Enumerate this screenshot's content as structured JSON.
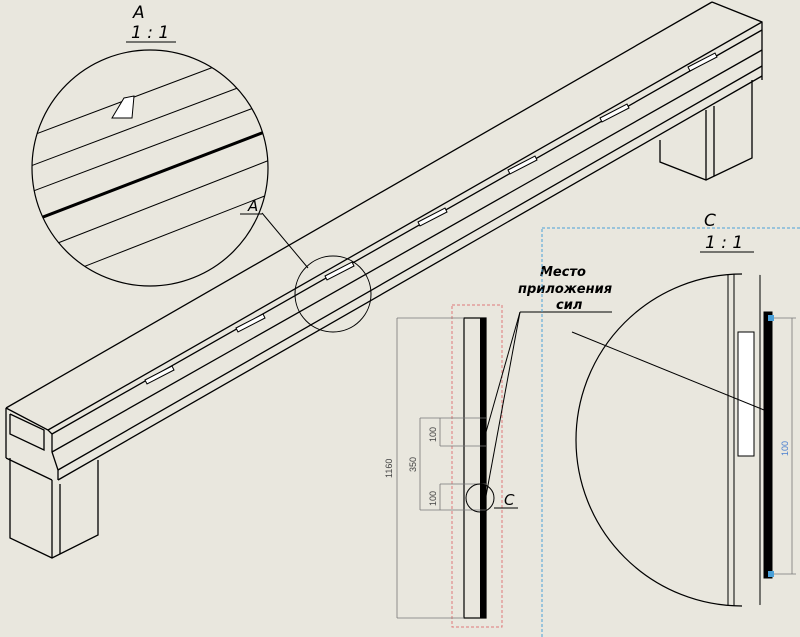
{
  "detail_a": {
    "label": "A",
    "scale": "1 : 1",
    "callout": "A"
  },
  "detail_c": {
    "label": "C",
    "scale": "1 : 1",
    "callout": "C",
    "dimension": "100"
  },
  "note": {
    "line1": "Место",
    "line2": "приложения",
    "line3": "сил"
  },
  "dimensions": {
    "overall": "1160",
    "spacing": "350",
    "upper_load": "100",
    "lower_load": "100"
  },
  "colors": {
    "paper": "#e9e7de",
    "ink": "#000000",
    "frame_red": "#e07a7a",
    "frame_blue": "#4aa0d8"
  }
}
